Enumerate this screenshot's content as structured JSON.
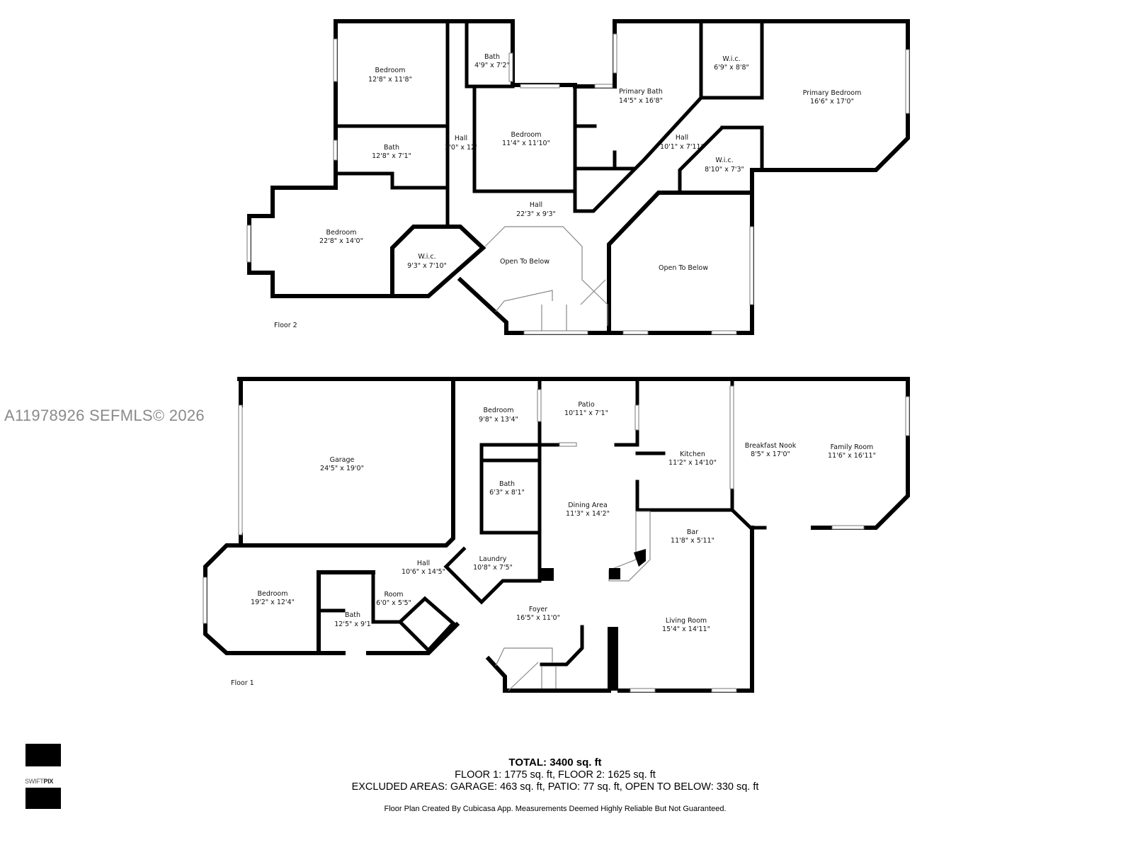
{
  "watermark": "A11978926  SEFMLS© 2026",
  "floor2": {
    "label": "Floor 2",
    "rooms": [
      {
        "name": "Bedroom",
        "dims": "12'8\" x 11'8\""
      },
      {
        "name": "Bath",
        "dims": "4'9\" x 7'2\""
      },
      {
        "name": "Bath",
        "dims": "12'8\" x 7'1\""
      },
      {
        "name": "Hall",
        "dims": "3'0\" x 12'"
      },
      {
        "name": "Bedroom",
        "dims": "11'4\" x 11'10\""
      },
      {
        "name": "Hall",
        "dims": "22'3\" x 9'3\""
      },
      {
        "name": "Bedroom",
        "dims": "22'8\" x 14'0\""
      },
      {
        "name": "W.i.c.",
        "dims": "9'3\" x 7'10\""
      },
      {
        "name": "Open To Below",
        "dims": ""
      },
      {
        "name": "Primary Bath",
        "dims": "14'5\" x 16'8\""
      },
      {
        "name": "W.i.c.",
        "dims": "6'9\" x 8'8\""
      },
      {
        "name": "Primary Bedroom",
        "dims": "16'6\" x 17'0\""
      },
      {
        "name": "Hall",
        "dims": "10'1\" x 7'11\""
      },
      {
        "name": "W.i.c.",
        "dims": "8'10\" x 7'3\""
      },
      {
        "name": "Open To Below",
        "dims": ""
      }
    ]
  },
  "floor1": {
    "label": "Floor 1",
    "rooms": [
      {
        "name": "Garage",
        "dims": "24'5\" x 19'0\""
      },
      {
        "name": "Bedroom",
        "dims": "9'8\" x 13'4\""
      },
      {
        "name": "Patio",
        "dims": "10'11\" x 7'1\""
      },
      {
        "name": "Kitchen",
        "dims": "11'2\" x 14'10\""
      },
      {
        "name": "Breakfast Nook",
        "dims": "8'5\" x 17'0\""
      },
      {
        "name": "Family Room",
        "dims": "11'6\" x 16'11\""
      },
      {
        "name": "Bath",
        "dims": "6'3\" x 8'1\""
      },
      {
        "name": "Dining Area",
        "dims": "11'3\" x 14'2\""
      },
      {
        "name": "Bar",
        "dims": "11'8\" x 5'11\""
      },
      {
        "name": "Hall",
        "dims": "10'6\" x 14'5\""
      },
      {
        "name": "Laundry",
        "dims": "10'8\" x 7'5\""
      },
      {
        "name": "Bedroom",
        "dims": "19'2\" x 12'4\""
      },
      {
        "name": "Room",
        "dims": "6'0\" x 5'5\""
      },
      {
        "name": "Bath",
        "dims": "12'5\" x 9'1"
      },
      {
        "name": "Foyer",
        "dims": "16'5\" x 11'0\""
      },
      {
        "name": "Living Room",
        "dims": "15'4\" x 14'11\""
      }
    ]
  },
  "summary": {
    "total": "TOTAL: 3400 sq. ft",
    "floors": "FLOOR 1: 1775 sq. ft, FLOOR 2: 1625 sq. ft",
    "excluded": "EXCLUDED AREAS: GARAGE: 463 sq. ft, PATIO: 77 sq. ft, OPEN TO BELOW: 330 sq. ft",
    "note": "Floor Plan Created By Cubicasa App. Measurements Deemed Highly Reliable But Not Guaranteed."
  },
  "logo": {
    "text_light": "SWIFT",
    "text_bold": "PIX"
  }
}
